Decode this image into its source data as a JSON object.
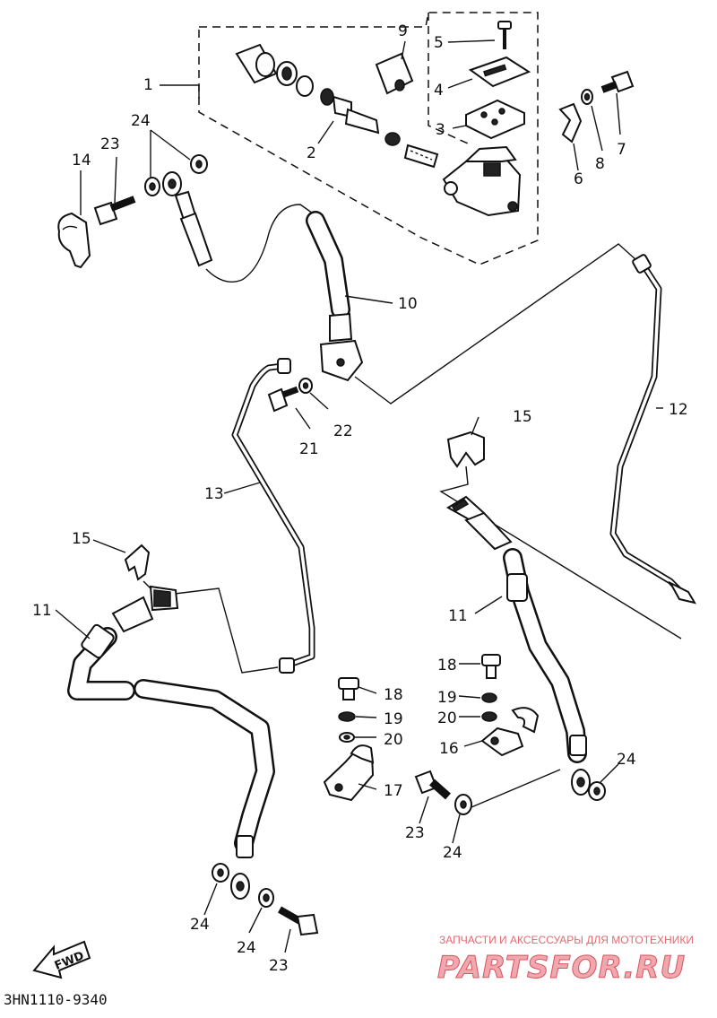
{
  "callouts": [
    {
      "id": "c1",
      "text": "1"
    },
    {
      "id": "c2",
      "text": "2"
    },
    {
      "id": "c3",
      "text": "3"
    },
    {
      "id": "c4",
      "text": "4"
    },
    {
      "id": "c5",
      "text": "5"
    },
    {
      "id": "c6",
      "text": "6"
    },
    {
      "id": "c7",
      "text": "7"
    },
    {
      "id": "c8",
      "text": "8"
    },
    {
      "id": "c9",
      "text": "9"
    },
    {
      "id": "c10",
      "text": "10"
    },
    {
      "id": "c11a",
      "text": "11"
    },
    {
      "id": "c11b",
      "text": "11"
    },
    {
      "id": "c12",
      "text": "12"
    },
    {
      "id": "c13",
      "text": "13"
    },
    {
      "id": "c14",
      "text": "14"
    },
    {
      "id": "c15a",
      "text": "15"
    },
    {
      "id": "c15b",
      "text": "15"
    },
    {
      "id": "c16",
      "text": "16"
    },
    {
      "id": "c17",
      "text": "17"
    },
    {
      "id": "c18a",
      "text": "18"
    },
    {
      "id": "c18b",
      "text": "18"
    },
    {
      "id": "c19a",
      "text": "19"
    },
    {
      "id": "c19b",
      "text": "19"
    },
    {
      "id": "c20a",
      "text": "20"
    },
    {
      "id": "c20b",
      "text": "20"
    },
    {
      "id": "c21",
      "text": "21"
    },
    {
      "id": "c22",
      "text": "22"
    },
    {
      "id": "c23a",
      "text": "23"
    },
    {
      "id": "c23b",
      "text": "23"
    },
    {
      "id": "c23c",
      "text": "23"
    },
    {
      "id": "c24a",
      "text": "24"
    },
    {
      "id": "c24b",
      "text": "24"
    },
    {
      "id": "c24c",
      "text": "24"
    },
    {
      "id": "c24d",
      "text": "24"
    },
    {
      "id": "c24e",
      "text": "24"
    }
  ],
  "fwd_label": "FWD",
  "diagram_code": "3HN1110-9340",
  "watermark": {
    "tagline": "ЗАПЧАСТИ И АКСЕССУАРЫ ДЛЯ МОТОТЕХНИКИ",
    "logo": "PARTSFOR.RU"
  }
}
